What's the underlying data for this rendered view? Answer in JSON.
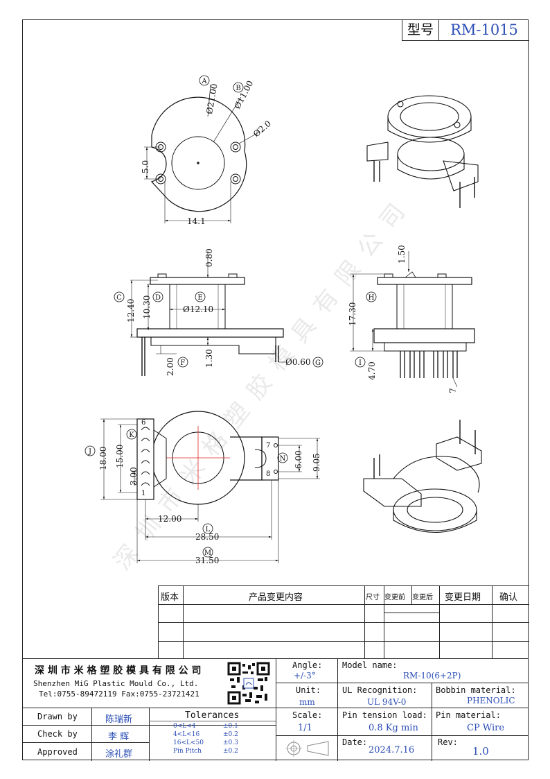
{
  "header": {
    "type_label": "型号",
    "model_no": "RM-1015"
  },
  "watermark": "深圳市米格塑胶模具有限公司",
  "dims": {
    "A": "Ø21.00",
    "B": "Ø11.00",
    "pin_hole": "Ø2.0",
    "slot_w": "5.0",
    "width": "14.1",
    "flange_top": "0.80",
    "C": "12.40",
    "D": "10.30",
    "E": "Ø12.10",
    "F": "2.00",
    "G": "Ø0.60",
    "base_h": "1.30",
    "top_gap": "1.50",
    "H": "17.30",
    "I": "4.70",
    "pitch": "7",
    "J": "18.00",
    "K": "15.00",
    "pin_sp": "3.00",
    "N": "6.00",
    "N2": "9.05",
    "center": "12.00",
    "L": "28.50",
    "M": "31.50"
  },
  "callouts": {
    "A": "A",
    "B": "B",
    "C": "C",
    "D": "D",
    "E": "E",
    "F": "F",
    "G": "G",
    "H": "H",
    "I": "I",
    "J": "J",
    "K": "K",
    "L": "L",
    "M": "M",
    "N": "N"
  },
  "pin_labels": {
    "p1": "1",
    "p6": "6",
    "p7": "7",
    "p8": "8"
  },
  "revision_table": {
    "headers": [
      "版本",
      "产品变更内容",
      "尺寸",
      "变更前",
      "变更后",
      "变更日期",
      "确认"
    ]
  },
  "company": {
    "name_cn": "深 圳 市 米 格 塑 胶 模 具 有 限 公 司",
    "name_en": "Shenzhen MiG Plastic Mould Co., Ltd.",
    "contact": "Tel:0755-89472119   Fax:0755-23721421"
  },
  "title_block": {
    "angle_label": "Angle:",
    "angle_value": "+/-3°",
    "unit_label": "Unit:",
    "unit_value": "mm",
    "scale_label": "Scale:",
    "scale_value": "1/1",
    "model_label": "Model name:",
    "model_value": "RM-10(6+2P)",
    "ul_label": "UL Recognition:",
    "ul_value": "UL 94V-0",
    "bobbin_label": "Bobbin material:",
    "bobbin_value": "PHENOLIC",
    "tension_label": "Pin tension load:",
    "tension_value": "0.8 Kg min",
    "pinmat_label": "Pin material:",
    "pinmat_value": "CP Wire",
    "date_label": "Date:",
    "date_value": "2024.7.16",
    "rev_label": "Rev:",
    "rev_value": "1.0"
  },
  "signoff": {
    "drawn_label": "Drawn by",
    "drawn_name": "陈瑞新",
    "check_label": "Check by",
    "check_name": "李 辉",
    "approved_label": "Approved",
    "approved_name": "涂礼群",
    "tolerances_label": "Tolerances",
    "tol_rows": [
      {
        "range": "0<L<4",
        "tol": "±0.1"
      },
      {
        "range": "4<L<16",
        "tol": "±0.2"
      },
      {
        "range": "16<L<50",
        "tol": "±0.3"
      },
      {
        "range": "Pin Pitch",
        "tol": "±0.2"
      }
    ]
  },
  "colors": {
    "ink": "#111111",
    "blue": "#2a4db5",
    "red": "#e02020",
    "gray": "#888888"
  }
}
